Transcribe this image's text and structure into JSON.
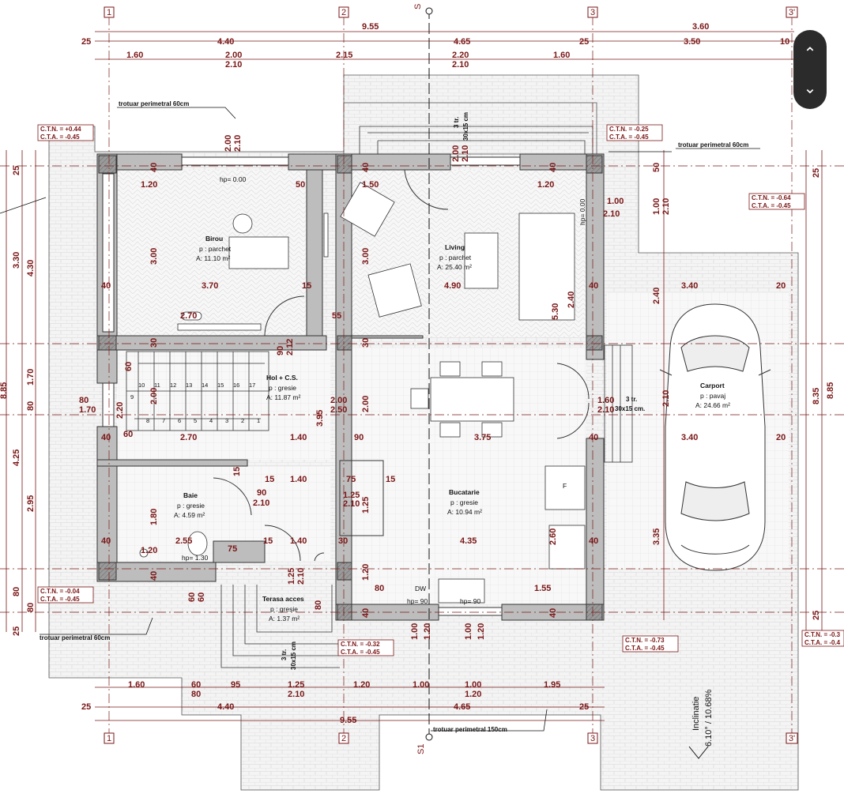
{
  "plan": {
    "axis_labels": {
      "a1": "1",
      "a2": "2",
      "a3": "3",
      "a3p": "3'",
      "s_top": "S",
      "s_bottom": "S1"
    },
    "dims_top_row1": [
      "9.55",
      "3.60"
    ],
    "dims_top_row2": [
      "25",
      "4.40",
      "4.65",
      "25",
      "3.50",
      "10"
    ],
    "dims_top_row3": [
      "1.60",
      "2.00",
      "2.15",
      "2.20",
      "1.60"
    ],
    "dims_top_row4": [
      "2.10",
      "2.10"
    ],
    "dims_bottom_row1": [
      "1.60",
      "60",
      "95",
      "1.25",
      "1.20",
      "1.00",
      "1.00",
      "1.95"
    ],
    "dims_bottom_row2": [
      "80",
      "2.10",
      "1.20"
    ],
    "dims_bottom_row3": [
      "25",
      "4.40",
      "4.65",
      "25"
    ],
    "dims_bottom_row4": [
      "9.55"
    ],
    "dims_left": [
      "25",
      "3.30",
      "4.30",
      "80",
      "1.70",
      "4.25",
      "2.95",
      "80",
      "80",
      "25",
      "8.85"
    ],
    "dims_right": [
      "25",
      "50",
      "1.00",
      "2.10",
      "2.40",
      "2.10",
      "3.35",
      "8.35",
      "8.85",
      "25"
    ],
    "interior_dims": {
      "d120a": "1.20",
      "d50": "50",
      "d150": "1.50",
      "d120b": "1.20",
      "d100": "1.00",
      "d210a": "2.10",
      "d300a": "3.00",
      "d300b": "3.00",
      "d40a": "40",
      "d370": "3.70",
      "d15a": "15",
      "d490": "4.90",
      "d40b": "40",
      "d340a": "3.40",
      "d20a": "20",
      "d270a": "2.70",
      "d55": "55",
      "d240": "2.40",
      "d530": "5.30",
      "d240b": "2.40",
      "d30a": "30",
      "d30b": "30",
      "d60a": "60",
      "d90a": "90",
      "d212": "2.12",
      "d200a": "2.00",
      "d200b": "2.00",
      "d250": "2.50",
      "d395": "3.95",
      "d160": "1.60",
      "d210b": "2.10",
      "d210c": "2.10",
      "d80": "80",
      "d170": "1.70",
      "d40c": "40",
      "d60b": "60",
      "d270b": "2.70",
      "d140a": "1.40",
      "d90b": "90",
      "d375": "3.75",
      "d40d": "40",
      "d340b": "3.40",
      "d20b": "20",
      "d15b": "15",
      "d15c": "15",
      "d140b": "1.40",
      "d75a": "75",
      "d15d": "15",
      "d90c": "90",
      "d210d": "2.10",
      "d125a": "1.25",
      "d210e": "2.10",
      "d125b": "1.25",
      "d180": "1.80",
      "d40e": "40",
      "d255": "2.55",
      "d75b": "75",
      "d15e": "15",
      "d140c": "1.40",
      "d30c": "30",
      "d435": "4.35",
      "d40f": "40",
      "d260": "2.60",
      "d335": "3.35",
      "d120c": "1.20",
      "d40g": "40",
      "d40h": "40",
      "d120d": "1.20",
      "d80b": "80",
      "d155": "1.55",
      "d40i": "40",
      "d40j": "40",
      "d100b": "1.00",
      "d120e": "1.20",
      "d100c": "1.00",
      "d120f": "1.20",
      "d60c": "60",
      "d60d": "60",
      "d80c": "80",
      "d15f": "15",
      "d125c": "1.25",
      "d210f": "2.10",
      "d220": "2.20",
      "d40k": "40",
      "d40l": "40"
    },
    "hp_labels": {
      "hp1": "hp= 0.00",
      "hp2": "hp= 0.00",
      "hp3": "hp= 1.30",
      "hp4": "hp= 90",
      "hp5": "hp= 90"
    },
    "rooms": [
      {
        "name": "Birou",
        "floor": "p : parchet",
        "area": "A: 11.10 m²"
      },
      {
        "name": "Living",
        "floor": "p : parchet",
        "area": "A: 25.40 m²"
      },
      {
        "name": "Hol + C.S.",
        "floor": "p : gresie",
        "area": "A: 11.87 m²"
      },
      {
        "name": "Baie",
        "floor": "p : gresie",
        "area": "A: 4.59 m²"
      },
      {
        "name": "Bucatarie",
        "floor": "p : gresie",
        "area": "A: 10.94 m²"
      },
      {
        "name": "Terasa acces",
        "floor": "p : gresie",
        "area": "A: 1.37 m²"
      },
      {
        "name": "Carport",
        "floor": "p : pavaj",
        "area": "A: 24.66 m²"
      }
    ],
    "levels": [
      {
        "tn": "C.T.N. = +0.44",
        "ta": "C.T.A. = -0.45"
      },
      {
        "tn": "C.T.N. = -0.25",
        "ta": "C.T.A. = -0.45"
      },
      {
        "tn": "C.T.N. = -0.64",
        "ta": "C.T.A. = -0.45"
      },
      {
        "tn": "C.T.N. = -0.04",
        "ta": "C.T.A. = -0.45"
      },
      {
        "tn": "C.T.N. = -0.32",
        "ta": "C.T.A. = -0.45"
      },
      {
        "tn": "C.T.N. = -0.73",
        "ta": "C.T.A. = -0.45"
      },
      {
        "tn": "C.T.N. = -0.3",
        "ta": "C.T.A. = -0.4"
      }
    ],
    "notes": {
      "trotuar_top": "trotuar perimetral 60cm",
      "trotuar_right": "trotuar perimetral 60cm",
      "trotuar_bottom_left": "trotuar perimetral 60cm",
      "trotuar_bottom": "trotuar perimetral 150cm",
      "stairs_top": "3 tr.",
      "stairs_top_size": "30x15 cm",
      "stairs_right": "3 tr.",
      "stairs_right_size": "30x15 cm.",
      "stairs_terrace": "3 tr.",
      "stairs_terrace_size": "30x15 cm",
      "dw": "DW",
      "fridge": "F",
      "inclinatie": "Inclinatie",
      "inclinatie_val": "6.10° / 10.68%"
    },
    "stair_numbers": [
      "1",
      "2",
      "3",
      "4",
      "5",
      "6",
      "7",
      "8",
      "9",
      "10",
      "11",
      "12",
      "13",
      "14",
      "15",
      "16",
      "17"
    ]
  },
  "nav": {
    "up_icon": "chevron-up-icon",
    "down_icon": "chevron-down-icon"
  }
}
